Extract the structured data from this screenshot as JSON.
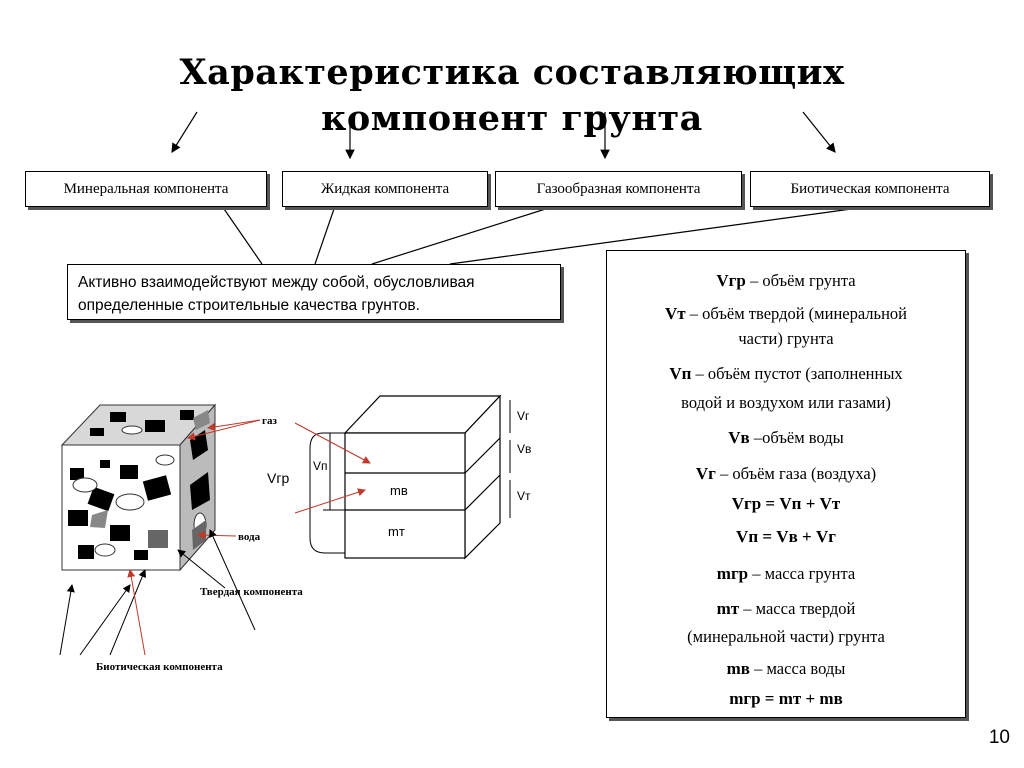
{
  "title_line1": "Характеристика составляющих",
  "title_line2": "компонент грунта",
  "components": [
    "Минеральная компонента",
    "Жидкая  компонента",
    "Газообразная  компонента",
    "Биотическая компонента"
  ],
  "interaction_text_1": "Активно взаимодействуют между собой, обусловливая",
  "interaction_text_2": "определенные строительные качества грунтов.",
  "diagram_labels": {
    "gas": "газ",
    "water": "вода",
    "solid": "Твердая компонента",
    "biotic": "Биотическая компонента"
  },
  "block_symbols": {
    "v_gr": "Vгр",
    "v_p": "Vп",
    "v_g": "Vг",
    "v_v": "Vв",
    "v_t": "Vт",
    "m_v": "mв",
    "m_t": "mт"
  },
  "legend": [
    {
      "sym": "Vгр",
      "text": " – объём грунта"
    },
    {
      "sym": "Vт",
      "text": " – объём твердой (минеральной"
    },
    {
      "sym": "",
      "text": "части) грунта"
    },
    {
      "sym": "Vп",
      "text": " – объём пустот (заполненных"
    },
    {
      "sym": "",
      "text": "водой и воздухом или газами)"
    },
    {
      "sym": "Vв",
      "text": " –объём  воды"
    },
    {
      "sym": "Vг",
      "text": " – объём газа (воздуха)"
    },
    {
      "sym": "Vгр = Vп + Vт",
      "text": ""
    },
    {
      "sym": "Vп = Vв + Vг",
      "text": ""
    },
    {
      "sym": "mгр",
      "text": " – масса грунта"
    },
    {
      "sym": "mт",
      "text": " – масса твердой"
    },
    {
      "sym": "",
      "text": "(минеральной части) грунта"
    },
    {
      "sym": "mв",
      "text": " – масса воды"
    },
    {
      "sym": "mгр",
      "text": " = mт + mв"
    }
  ],
  "page_number": "10"
}
